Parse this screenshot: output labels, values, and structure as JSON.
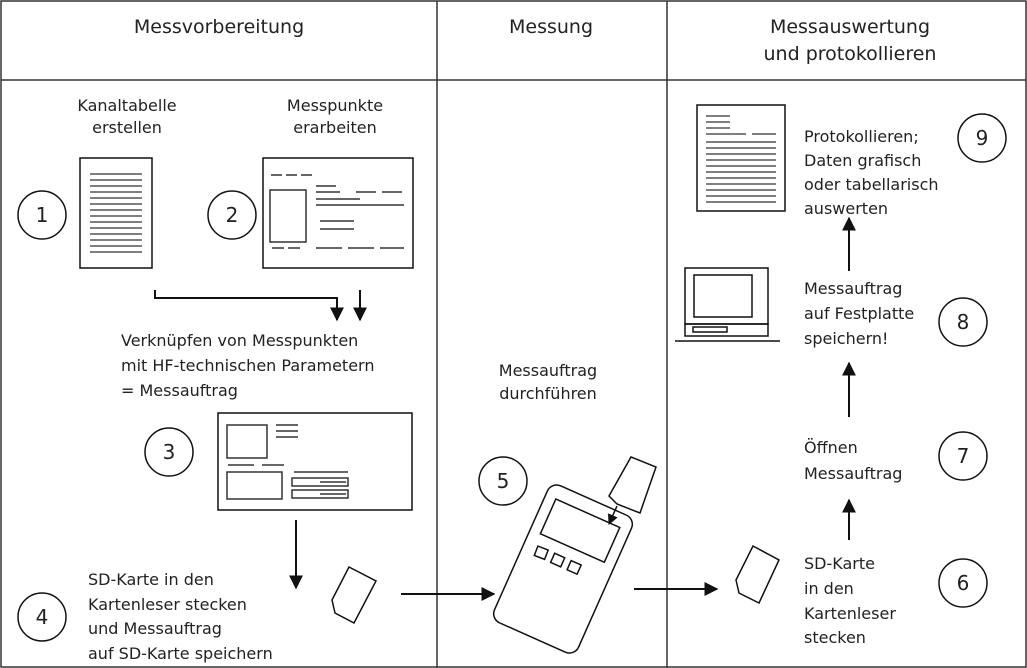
{
  "headers": {
    "col1": "Messvorbereitung",
    "col2": "Messung",
    "col3_line1": "Messauswertung",
    "col3_line2": "und protokollieren"
  },
  "labels": {
    "kanaltabelle_1": "Kanaltabelle",
    "kanaltabelle_2": "erstellen",
    "messpunkte_1": "Messpunkte",
    "messpunkte_2": "erarbeiten",
    "verknuepfen_1": "Verknüpfen von Messpunkten",
    "verknuepfen_2": "mit HF-technischen Parametern",
    "verknuepfen_3": "= Messauftrag",
    "sd1_1": "SD-Karte in den",
    "sd1_2": "Kartenleser stecken",
    "sd1_3": "und Messauftrag",
    "sd1_4": "auf SD-Karte speichern",
    "durch_1": "Messauftrag",
    "durch_2": "durchführen",
    "sd2_1": "SD-Karte",
    "sd2_2": "in den",
    "sd2_3": "Kartenleser",
    "sd2_4": "stecken",
    "oeffnen_1": "Öffnen",
    "oeffnen_2": "Messauftrag",
    "fest_1": "Messauftrag",
    "fest_2": "auf Festplatte",
    "fest_3": "speichern!",
    "proto_1": "Protokollieren;",
    "proto_2": "Daten grafisch",
    "proto_3": "oder tabellarisch",
    "proto_4": "auswerten"
  },
  "steps": [
    "1",
    "2",
    "3",
    "4",
    "5",
    "6",
    "7",
    "8",
    "9"
  ],
  "icons": [
    "document-icon",
    "form-icon",
    "measurement-order-icon",
    "sd-card-icon",
    "handheld-meter-icon",
    "computer-icon",
    "report-icon"
  ]
}
